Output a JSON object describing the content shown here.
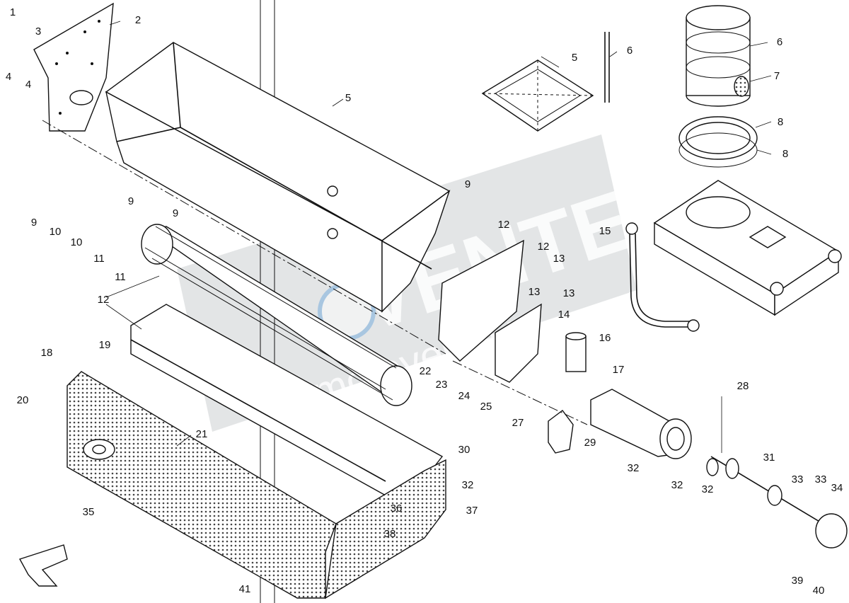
{
  "watermark": {
    "big": "VENTE",
    "small": "motovente.ru"
  },
  "callouts": [
    {
      "id": "c1",
      "text": "1"
    },
    {
      "id": "c2",
      "text": "2"
    },
    {
      "id": "c3",
      "text": "3"
    },
    {
      "id": "c4a",
      "text": "4"
    },
    {
      "id": "c4b",
      "text": "4"
    },
    {
      "id": "c5a",
      "text": "5"
    },
    {
      "id": "c5b",
      "text": "5"
    },
    {
      "id": "c6a",
      "text": "6"
    },
    {
      "id": "c6b",
      "text": "6"
    },
    {
      "id": "c7",
      "text": "7"
    },
    {
      "id": "c8a",
      "text": "8"
    },
    {
      "id": "c8b",
      "text": "8"
    },
    {
      "id": "c9a",
      "text": "9"
    },
    {
      "id": "c9b",
      "text": "9"
    },
    {
      "id": "c9c",
      "text": "9"
    },
    {
      "id": "c9d",
      "text": "9"
    },
    {
      "id": "c10a",
      "text": "10"
    },
    {
      "id": "c10b",
      "text": "10"
    },
    {
      "id": "c11a",
      "text": "11"
    },
    {
      "id": "c11b",
      "text": "11"
    },
    {
      "id": "c12a",
      "text": "12"
    },
    {
      "id": "c12b",
      "text": "12"
    },
    {
      "id": "c12c",
      "text": "12"
    },
    {
      "id": "c13a",
      "text": "13"
    },
    {
      "id": "c13b",
      "text": "13"
    },
    {
      "id": "c13c",
      "text": "13"
    },
    {
      "id": "c14",
      "text": "14"
    },
    {
      "id": "c15",
      "text": "15"
    },
    {
      "id": "c16",
      "text": "16"
    },
    {
      "id": "c17",
      "text": "17"
    },
    {
      "id": "c18",
      "text": "18"
    },
    {
      "id": "c19",
      "text": "19"
    },
    {
      "id": "c20",
      "text": "20"
    },
    {
      "id": "c21",
      "text": "21"
    },
    {
      "id": "c22",
      "text": "22"
    },
    {
      "id": "c23",
      "text": "23"
    },
    {
      "id": "c24",
      "text": "24"
    },
    {
      "id": "c25",
      "text": "25"
    },
    {
      "id": "c27",
      "text": "27"
    },
    {
      "id": "c28",
      "text": "28"
    },
    {
      "id": "c29",
      "text": "29"
    },
    {
      "id": "c30",
      "text": "30"
    },
    {
      "id": "c31",
      "text": "31"
    },
    {
      "id": "c32a",
      "text": "32"
    },
    {
      "id": "c32b",
      "text": "32"
    },
    {
      "id": "c32c",
      "text": "32"
    },
    {
      "id": "c32d",
      "text": "32"
    },
    {
      "id": "c33a",
      "text": "33"
    },
    {
      "id": "c33b",
      "text": "33"
    },
    {
      "id": "c34",
      "text": "34"
    },
    {
      "id": "c35",
      "text": "35"
    },
    {
      "id": "c36",
      "text": "36"
    },
    {
      "id": "c37",
      "text": "37"
    },
    {
      "id": "c38",
      "text": "38"
    },
    {
      "id": "c39",
      "text": "39"
    },
    {
      "id": "c40",
      "text": "40"
    },
    {
      "id": "c41",
      "text": "41"
    }
  ]
}
